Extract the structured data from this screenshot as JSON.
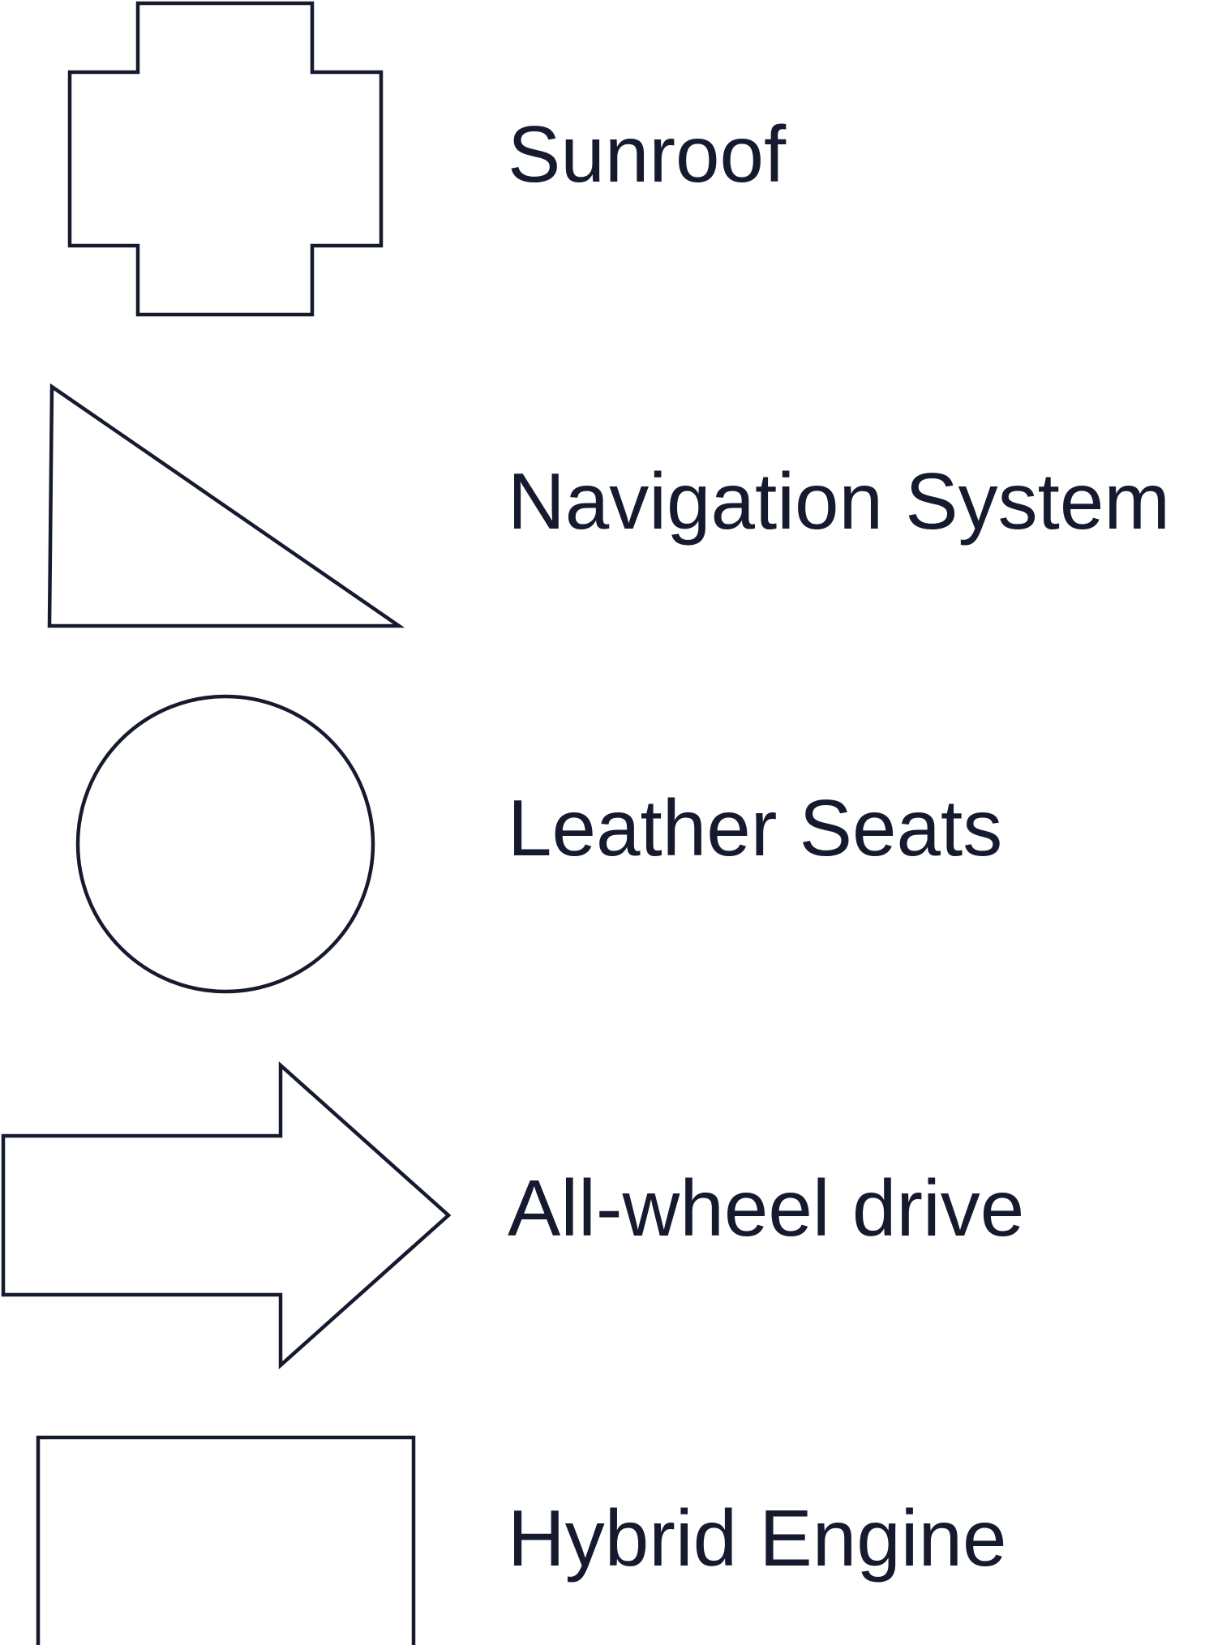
{
  "colors": {
    "ink": "#161a2e",
    "background": "#ffffff"
  },
  "legend": {
    "items": [
      {
        "shape": "plus-cross",
        "label": "Sunroof"
      },
      {
        "shape": "right-triangle",
        "label": "Navigation System"
      },
      {
        "shape": "circle",
        "label": "Leather Seats"
      },
      {
        "shape": "right-arrow",
        "label": "All-wheel drive"
      },
      {
        "shape": "rectangle",
        "label": "Hybrid Engine"
      }
    ]
  }
}
